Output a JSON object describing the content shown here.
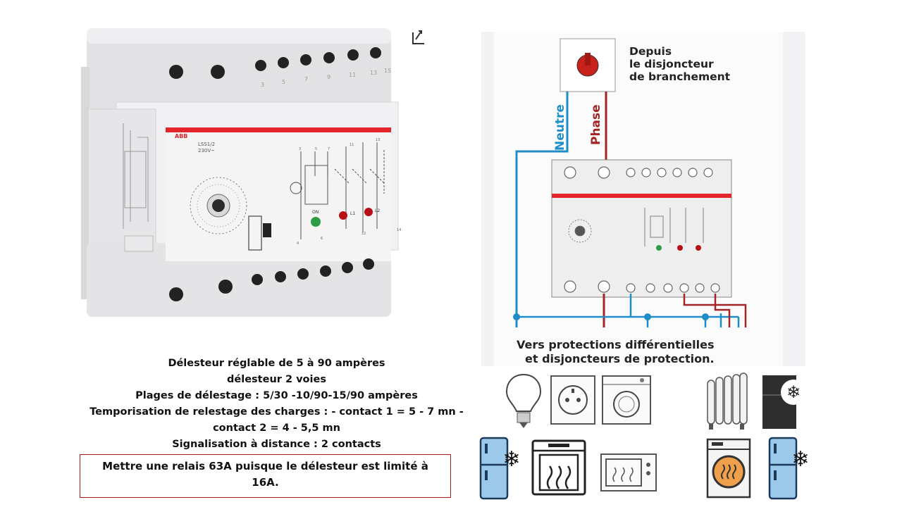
{
  "device": {
    "brand": "ABB",
    "model": "LSS1/2",
    "voltage": "230V~",
    "on_label": "ON",
    "l1_label": "L1",
    "l2_label": "L2",
    "top_terminals": [
      "3",
      "5",
      "7",
      "9",
      "11",
      "13",
      "15"
    ],
    "diagram_terminals": [
      "3",
      "5",
      "7",
      "11",
      "13",
      "4",
      "6",
      "12",
      "14"
    ]
  },
  "description": {
    "lines": [
      "Délesteur réglable de 5 à 90 ampères",
      "délesteur 2 voies",
      "Plages de délestage : 5/30 -10/90-15/90 ampères",
      "Temporisation de relestage des charges : - contact 1 = 5 - 7 mn -",
      "contact 2 = 4 - 5,5 mn",
      "Signalisation à distance : 2 contacts"
    ]
  },
  "note": {
    "text": "Mettre une relais 63A puisque le délesteur est limité à 16A."
  },
  "wiring": {
    "source_label_lines": [
      "Depuis",
      "le disjoncteur",
      "de branchement"
    ],
    "neutral_label": "Neutre",
    "phase_label": "Phase",
    "output_label_lines": [
      "Vers protections différentielles",
      "et disjoncteurs de protection."
    ]
  },
  "appliances": [
    "bulb-icon",
    "socket-icon",
    "washing-machine-icon",
    "radiator-icon",
    "freezer-icon",
    "fridge-icon",
    "oven-icon",
    "microwave-icon",
    "dryer-icon",
    "fridge-icon"
  ],
  "colors": {
    "neutral": "#1f8dc7",
    "phase": "#a32424",
    "abb_red": "#e3262e",
    "note_border": "#a31d1d"
  }
}
